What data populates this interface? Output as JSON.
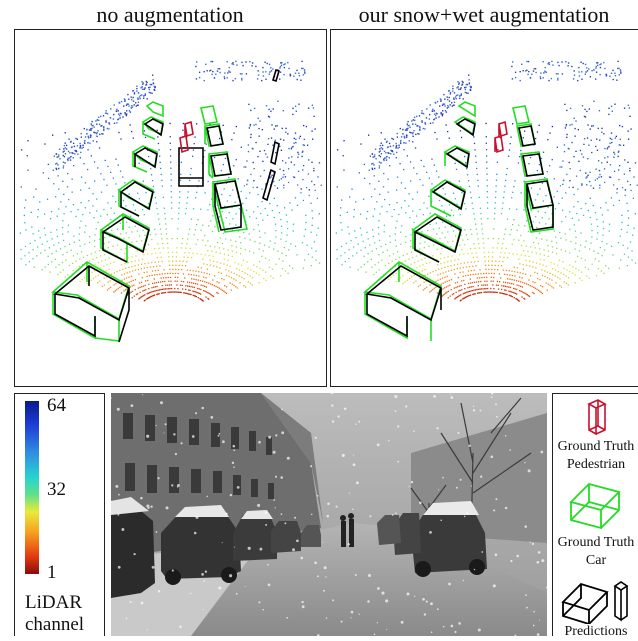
{
  "panels": {
    "left_title": "no augmentation",
    "right_title": "our snow+wet augmentation"
  },
  "colorbar": {
    "max_label": "64",
    "mid_label": "32",
    "min_label": "1",
    "axis_label_line1": "LiDAR",
    "axis_label_line2": "channel"
  },
  "key": {
    "pedestrian_line1": "Ground Truth",
    "pedestrian_line2": "Pedestrian",
    "car_line1": "Ground Truth",
    "car_line2": "Car",
    "predictions": "Predictions"
  },
  "colors": {
    "ground_truth_pedestrian": "#c8102e",
    "ground_truth_car": "#22dd22",
    "prediction": "#000000"
  }
}
